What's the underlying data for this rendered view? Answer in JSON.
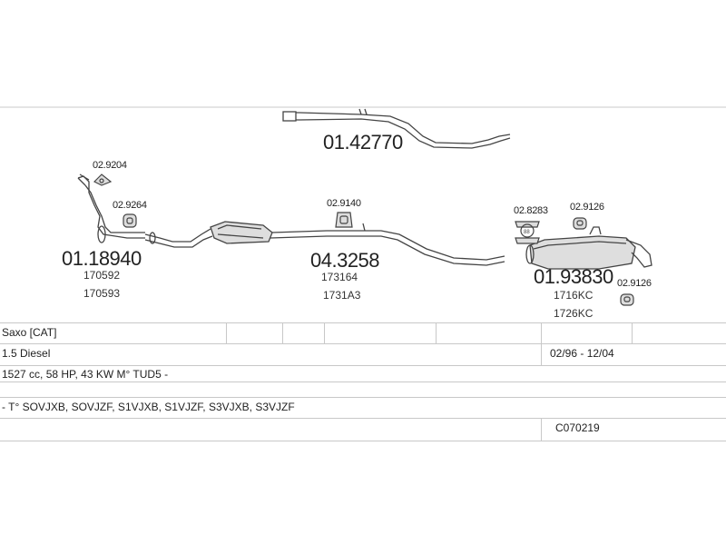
{
  "parts": {
    "pipe_top": {
      "code": "01.42770"
    },
    "downpipe": {
      "code": "01.18940",
      "oem": [
        "170592",
        "170593"
      ]
    },
    "cat_mid": {
      "code": "04.3258",
      "oem": [
        "173164",
        "1731A3"
      ]
    },
    "rear_silencer": {
      "code": "01.93830",
      "oem": [
        "1716KC",
        "1726KC"
      ]
    },
    "mount_front": {
      "code": "02.9204"
    },
    "mount_left": {
      "code": "02.9264"
    },
    "mount_mid": {
      "code": "02.9140"
    },
    "clamp_rear": {
      "code": "02.8283"
    },
    "mount_rear_top": {
      "code": "02.9126"
    },
    "mount_rear_bottom": {
      "code": "02.9126"
    }
  },
  "vehicle": {
    "model": "Saxo  [CAT]",
    "engine": "1.5 Diesel",
    "years": "02/96 - 12/04",
    "specs": "1527 cc, 58 HP, 43 KW M° TUD5 -",
    "types": "- T° SOVJXB, SOVJZF, S1VJXB, S1VJZF, S3VJXB, S3VJZF",
    "ref": "C070219"
  },
  "colors": {
    "line": "#444444",
    "table_border": "#c8c8c8"
  }
}
